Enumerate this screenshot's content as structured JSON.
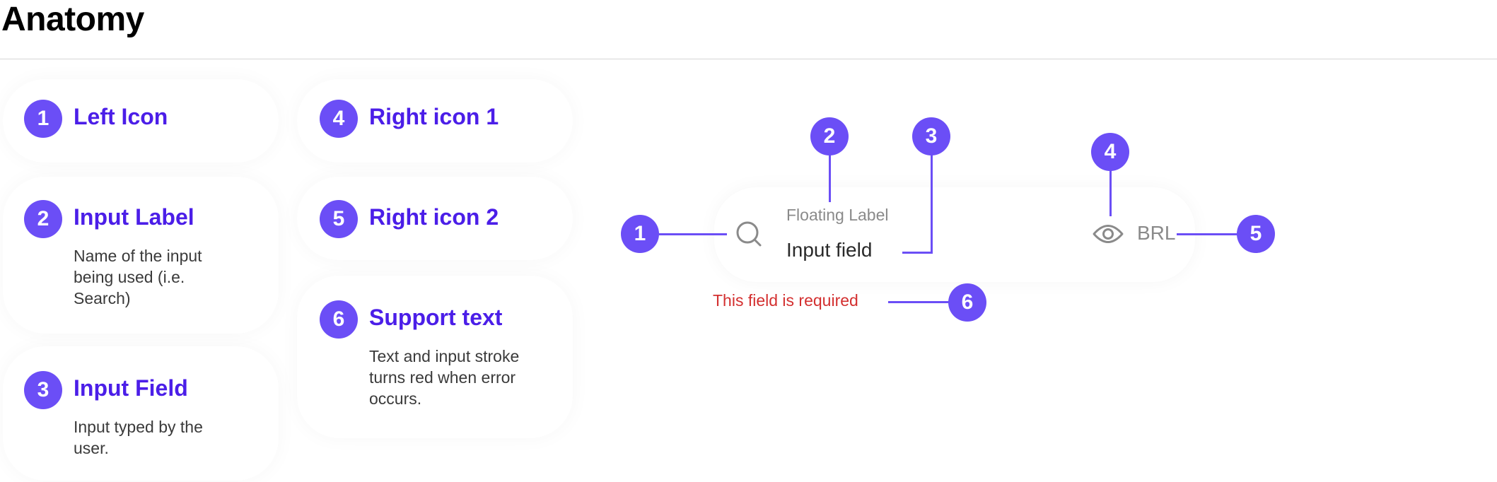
{
  "page": {
    "title": "Anatomy"
  },
  "legend": [
    {
      "number": "1",
      "title": "Left Icon",
      "description": ""
    },
    {
      "number": "2",
      "title": "Input Label",
      "description": "Name of the input being used (i.e. Search)"
    },
    {
      "number": "3",
      "title": "Input Field",
      "description": "Input typed by the user."
    },
    {
      "number": "4",
      "title": "Right icon 1",
      "description": ""
    },
    {
      "number": "5",
      "title": "Right icon 2",
      "description": ""
    },
    {
      "number": "6",
      "title": "Support text",
      "description": "Text and input stroke turns red when error occurs."
    }
  ],
  "diagram": {
    "callouts": [
      "1",
      "2",
      "3",
      "4",
      "5",
      "6"
    ],
    "floating_label": "Floating Label",
    "input_value": "Input field",
    "suffix_text": "BRL",
    "error_text": "This field is required",
    "left_icon": "search-icon",
    "right_icon": "eye-icon"
  },
  "colors": {
    "accent": "#6b4ef6",
    "title_accent": "#4b1ee8",
    "error": "#d32f2f",
    "muted": "#8a8a8a"
  }
}
